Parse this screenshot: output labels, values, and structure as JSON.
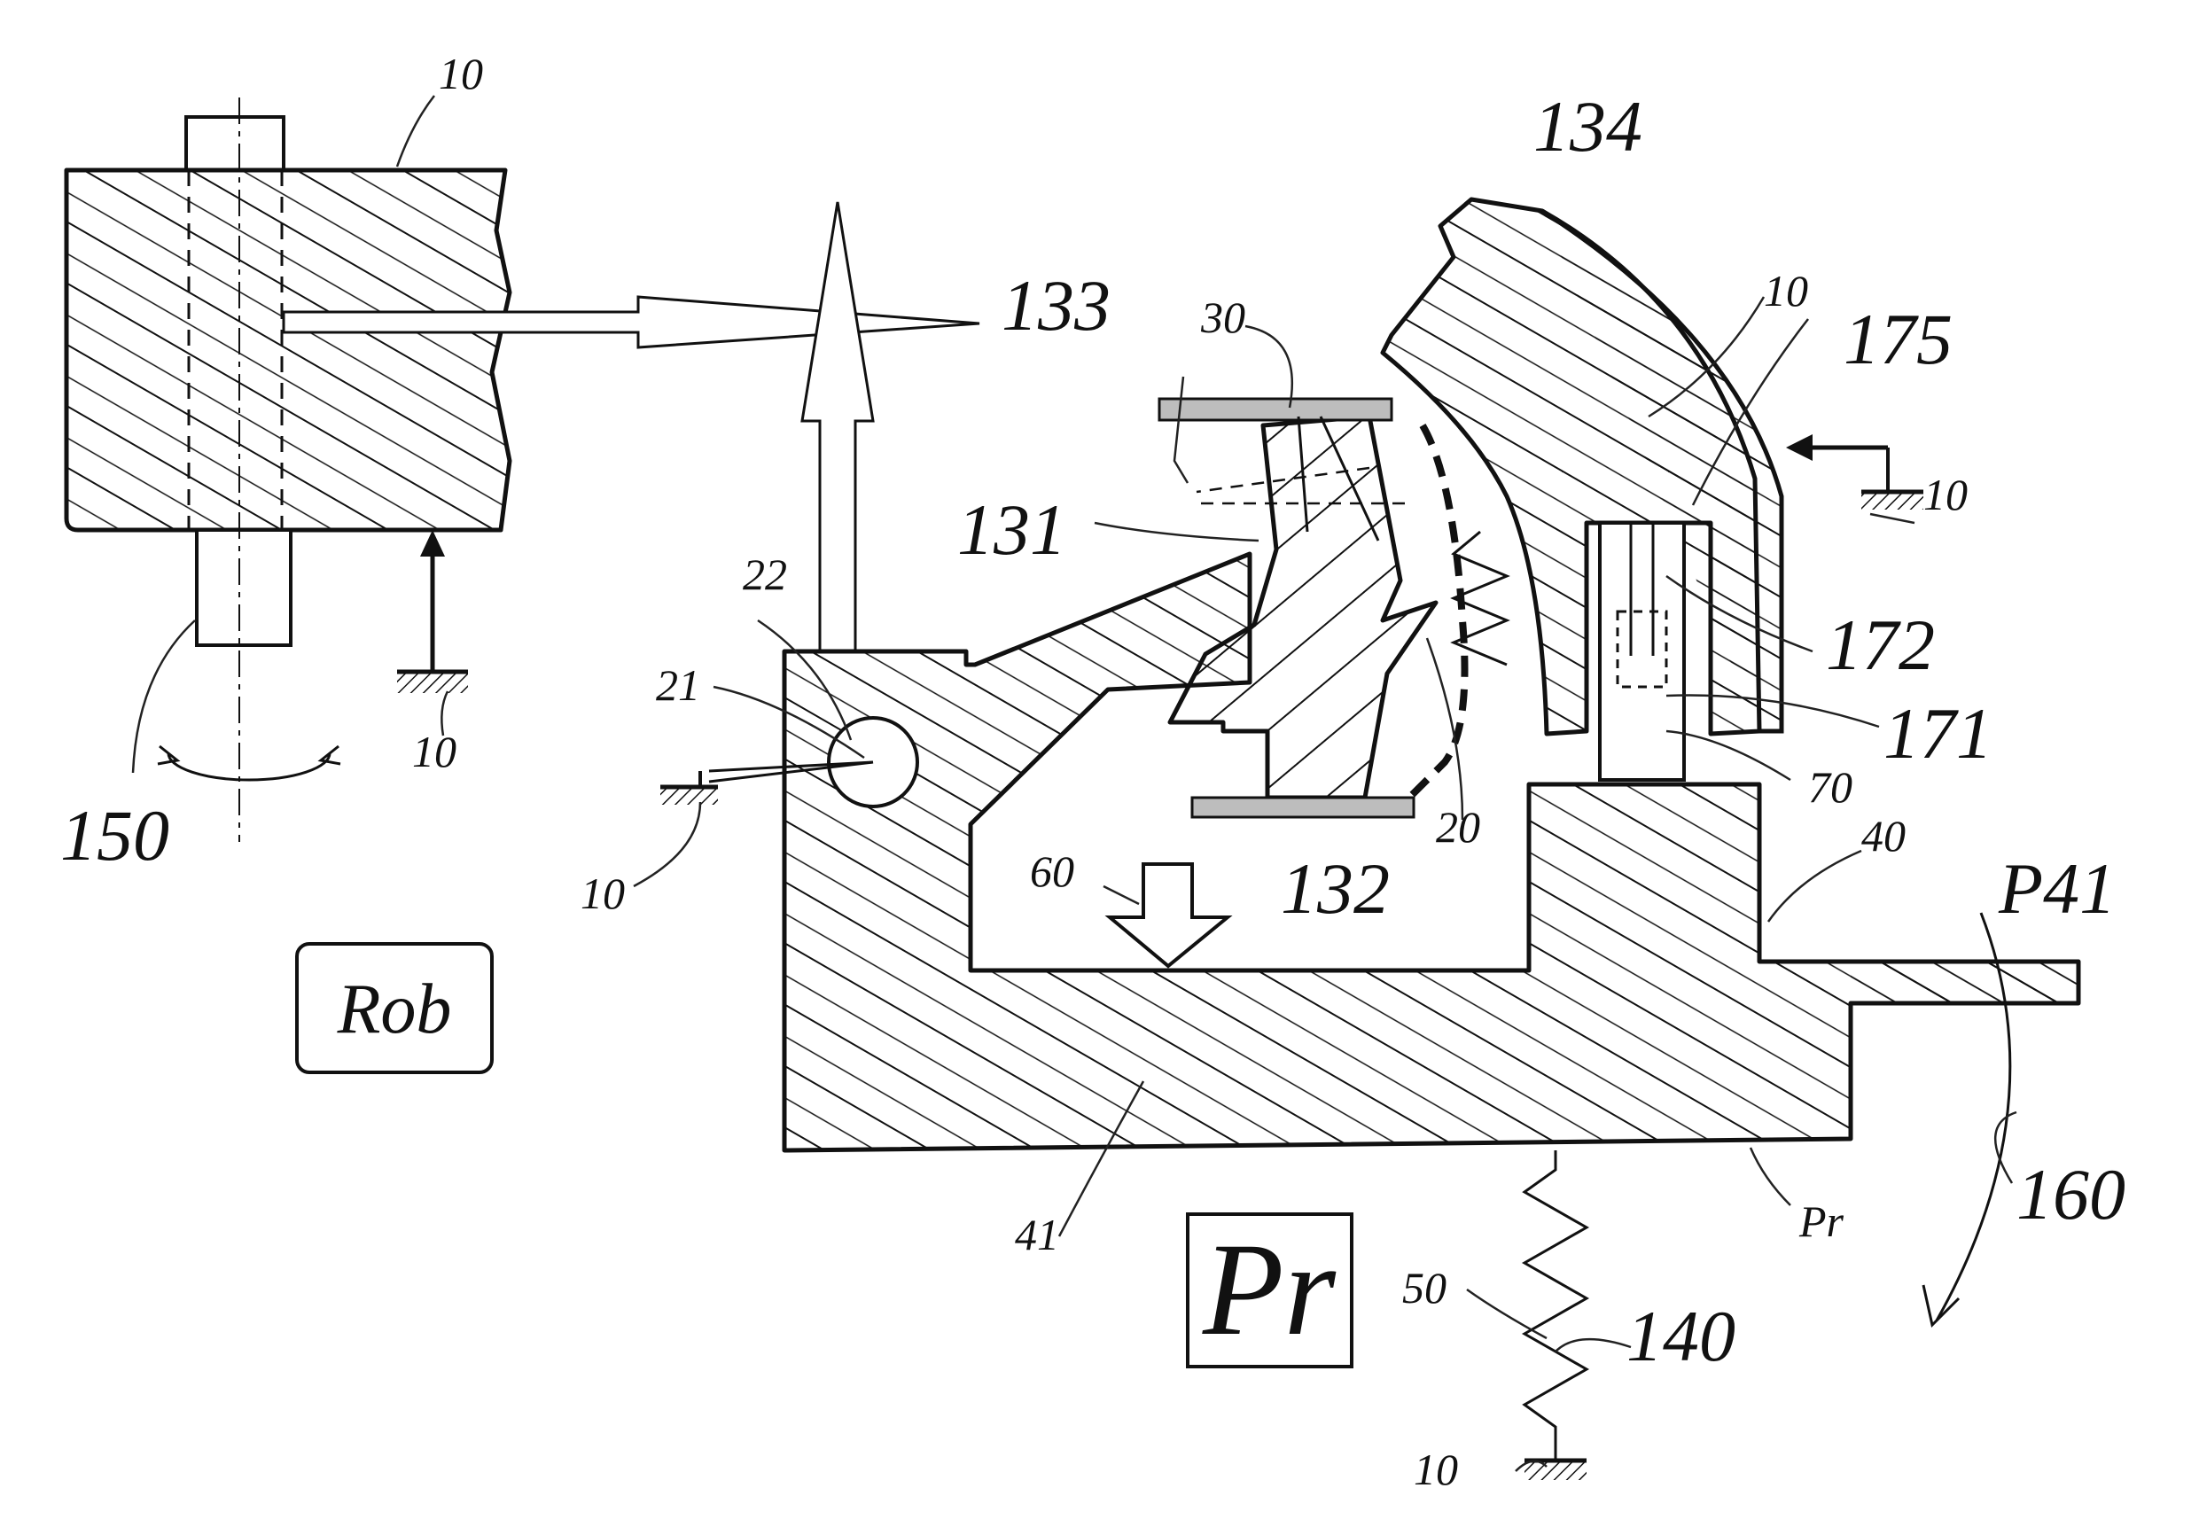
{
  "labels": {
    "l10_robot_top": "10",
    "l10_robot_ground": "10",
    "l150": "150",
    "lRob": "Rob",
    "l133": "133",
    "l134": "134",
    "l30": "30",
    "l10_arm": "10",
    "l175": "175",
    "l10_right_ground": "10",
    "l131": "131",
    "l22": "22",
    "l21": "21",
    "l10_left_ground": "10",
    "l172": "172",
    "l171": "171",
    "l70": "70",
    "l20": "20",
    "l132": "132",
    "l60": "60",
    "l40": "40",
    "lP41": "P41",
    "l41": "41",
    "lPr_small": "Pr",
    "lPr_big": "Pr",
    "l160": "160",
    "l50": "50",
    "l140": "140",
    "l10_bottom_ground": "10"
  }
}
